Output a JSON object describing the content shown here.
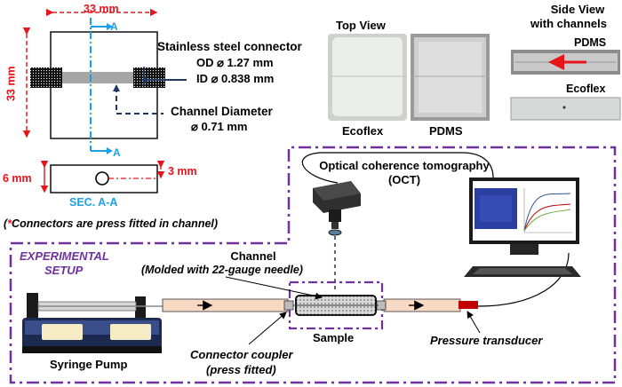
{
  "top_left": {
    "width_dim": "33 mm",
    "height_dim": "33 mm",
    "section_marker_top": "A",
    "section_marker_bottom": "A",
    "connector_title": "Stainless steel connector",
    "od_label": "OD ⌀ 1.27 mm",
    "id_label": "ID ⌀ 0.838 mm",
    "channel_diameter_title": "Channel Diameter",
    "channel_diameter_value": "⌀ 0.71 mm",
    "thickness_dim": "6 mm",
    "hole_offset_dim": "3 mm",
    "section_label": "SEC. A-A",
    "note_star": "*",
    "note_text": "Connectors are press fitted in channel)",
    "note_open": "("
  },
  "photos": {
    "top_view_title": "Top View",
    "ecoflex_label": "Ecoflex",
    "pdms_label": "PDMS",
    "side_view_title_line1": "Side View",
    "side_view_title_line2": "with channels",
    "side_pdms_label": "PDMS",
    "side_ecoflex_label": "Ecoflex"
  },
  "setup": {
    "title_line1": "EXPERIMENTAL",
    "title_line2": "SETUP",
    "oct_line1": "Optical coherence tomography",
    "oct_line2": "(OCT)",
    "channel_line1": "Channel",
    "channel_line2": "(Molded with 22-gauge needle)",
    "sample_label": "Sample",
    "syringe_label": "Syringe Pump",
    "coupler_line1": "Connector coupler",
    "coupler_line2": "(press fitted)",
    "pressure_label": "Pressure transducer"
  },
  "colors": {
    "red": "#e8141b",
    "blue": "#1aa0e6",
    "purple": "#7030a0",
    "navy": "#1f3864",
    "tube": "#f8d9c4"
  }
}
